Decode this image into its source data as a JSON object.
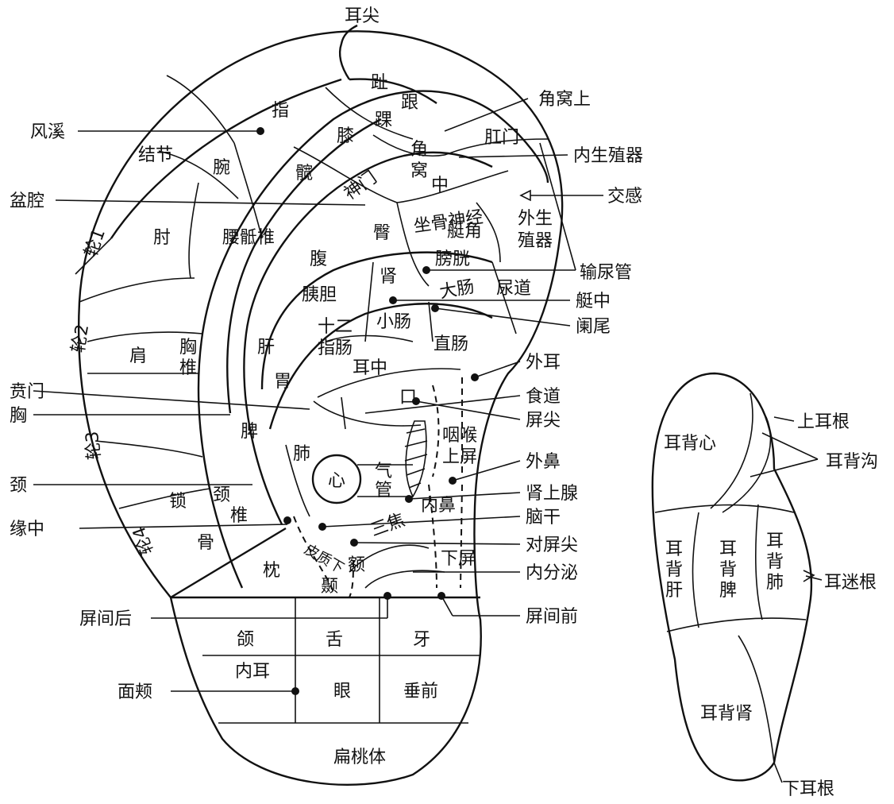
{
  "front": {
    "regions": {
      "ear_apex": "耳尖",
      "toe": "趾",
      "heel": "跟",
      "ankle": "踝",
      "finger": "指",
      "knee": "膝",
      "hip": "髋",
      "shenmen": "神门",
      "jiaowo_top": "角",
      "jiaowo_mid": "窝",
      "jiaowo_zhong": "中",
      "sciatic": "坐骨神经",
      "buttock": "臀",
      "tingjiao": "艇角",
      "wrist": "腕",
      "nodule": "结节",
      "elbow": "肘",
      "lumbosacral": "腰骶椎",
      "abdomen": "腹",
      "kidney": "肾",
      "bladder": "膀胱",
      "helix1": "轮1",
      "helix2": "轮2",
      "helix3": "轮3",
      "helix4": "轮4",
      "shoulder": "肩",
      "chest_spine_1": "胸",
      "chest_spine_2": "椎",
      "pancreas": "胰胆",
      "liver": "肝",
      "duodenum_1": "十二",
      "duodenum_2": "指肠",
      "small_intestine": "小肠",
      "large_intestine": "大肠",
      "rectum": "直肠",
      "stomach": "胃",
      "ear_center": "耳中",
      "mouth": "口",
      "spleen": "脾",
      "lung": "肺",
      "heart": "心",
      "trachea_1": "气",
      "trachea_2": "管",
      "throat": "咽喉",
      "upper_tragus": "上屏",
      "inner_nose": "内鼻",
      "clavicle_1": "锁",
      "clavicle_2": "骨",
      "neck_spine_1": "颈",
      "neck_spine_2": "椎",
      "cortex": "皮质下",
      "forehead": "额",
      "sanjiao": "三焦",
      "lower_tragus": "下屏",
      "occiput": "枕",
      "temple": "颞",
      "jaw": "颌",
      "tongue": "舌",
      "tooth": "牙",
      "inner_ear": "内耳",
      "eye": "眼",
      "lobe_front": "垂前",
      "tonsil": "扁桃体",
      "genital_1": "外生",
      "genital_2": "殖器",
      "urethra": "尿道"
    },
    "callouts": {
      "fengxi": "风溪",
      "pelvis": "盆腔",
      "cardia": "贲门",
      "chest": "胸",
      "neck": "颈",
      "helix_center": "缘中",
      "intertragic_post": "屏间后",
      "face_cheek": "面颊",
      "jiaowo_upper": "角窝上",
      "anus": "肛门",
      "inner_genital": "内生殖器",
      "sympathetic": "交感",
      "ureter": "输尿管",
      "tingzhong": "艇中",
      "appendix": "阑尾",
      "outer_ear": "外耳",
      "esophagus": "食道",
      "tragus_apex": "屏尖",
      "outer_nose": "外鼻",
      "adrenal": "肾上腺",
      "brainstem": "脑干",
      "antitragus_apex": "对屏尖",
      "endocrine": "内分泌",
      "intertragic_ant": "屏间前"
    }
  },
  "back": {
    "heart": "耳背心",
    "upper_root": "上耳根",
    "groove": "耳背沟",
    "liver_1": "耳",
    "liver_2": "背",
    "liver_3": "肝",
    "spleen_1": "耳",
    "spleen_2": "背",
    "spleen_3": "脾",
    "lung_1": "耳",
    "lung_2": "背",
    "lung_3": "肺",
    "vagus_root": "耳迷根",
    "kidney": "耳背肾",
    "lower_root": "下耳根"
  }
}
